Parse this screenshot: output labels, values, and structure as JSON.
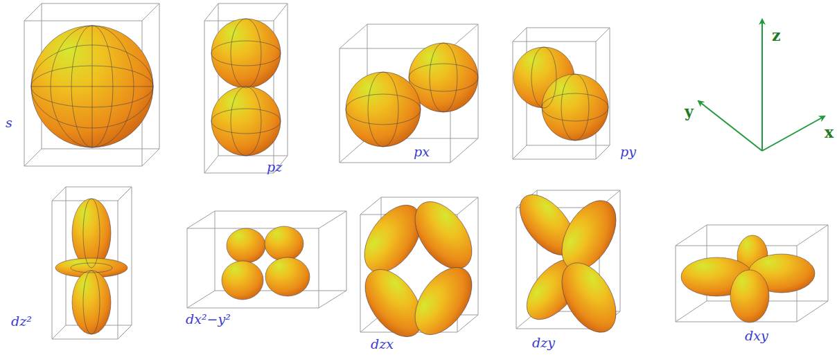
{
  "diagram": {
    "labels": [
      "s",
      "pz",
      "px",
      "py",
      "z",
      "y",
      "x",
      "dz²",
      "dx²−y²",
      "dzx",
      "dzy",
      "dxy"
    ]
  }
}
